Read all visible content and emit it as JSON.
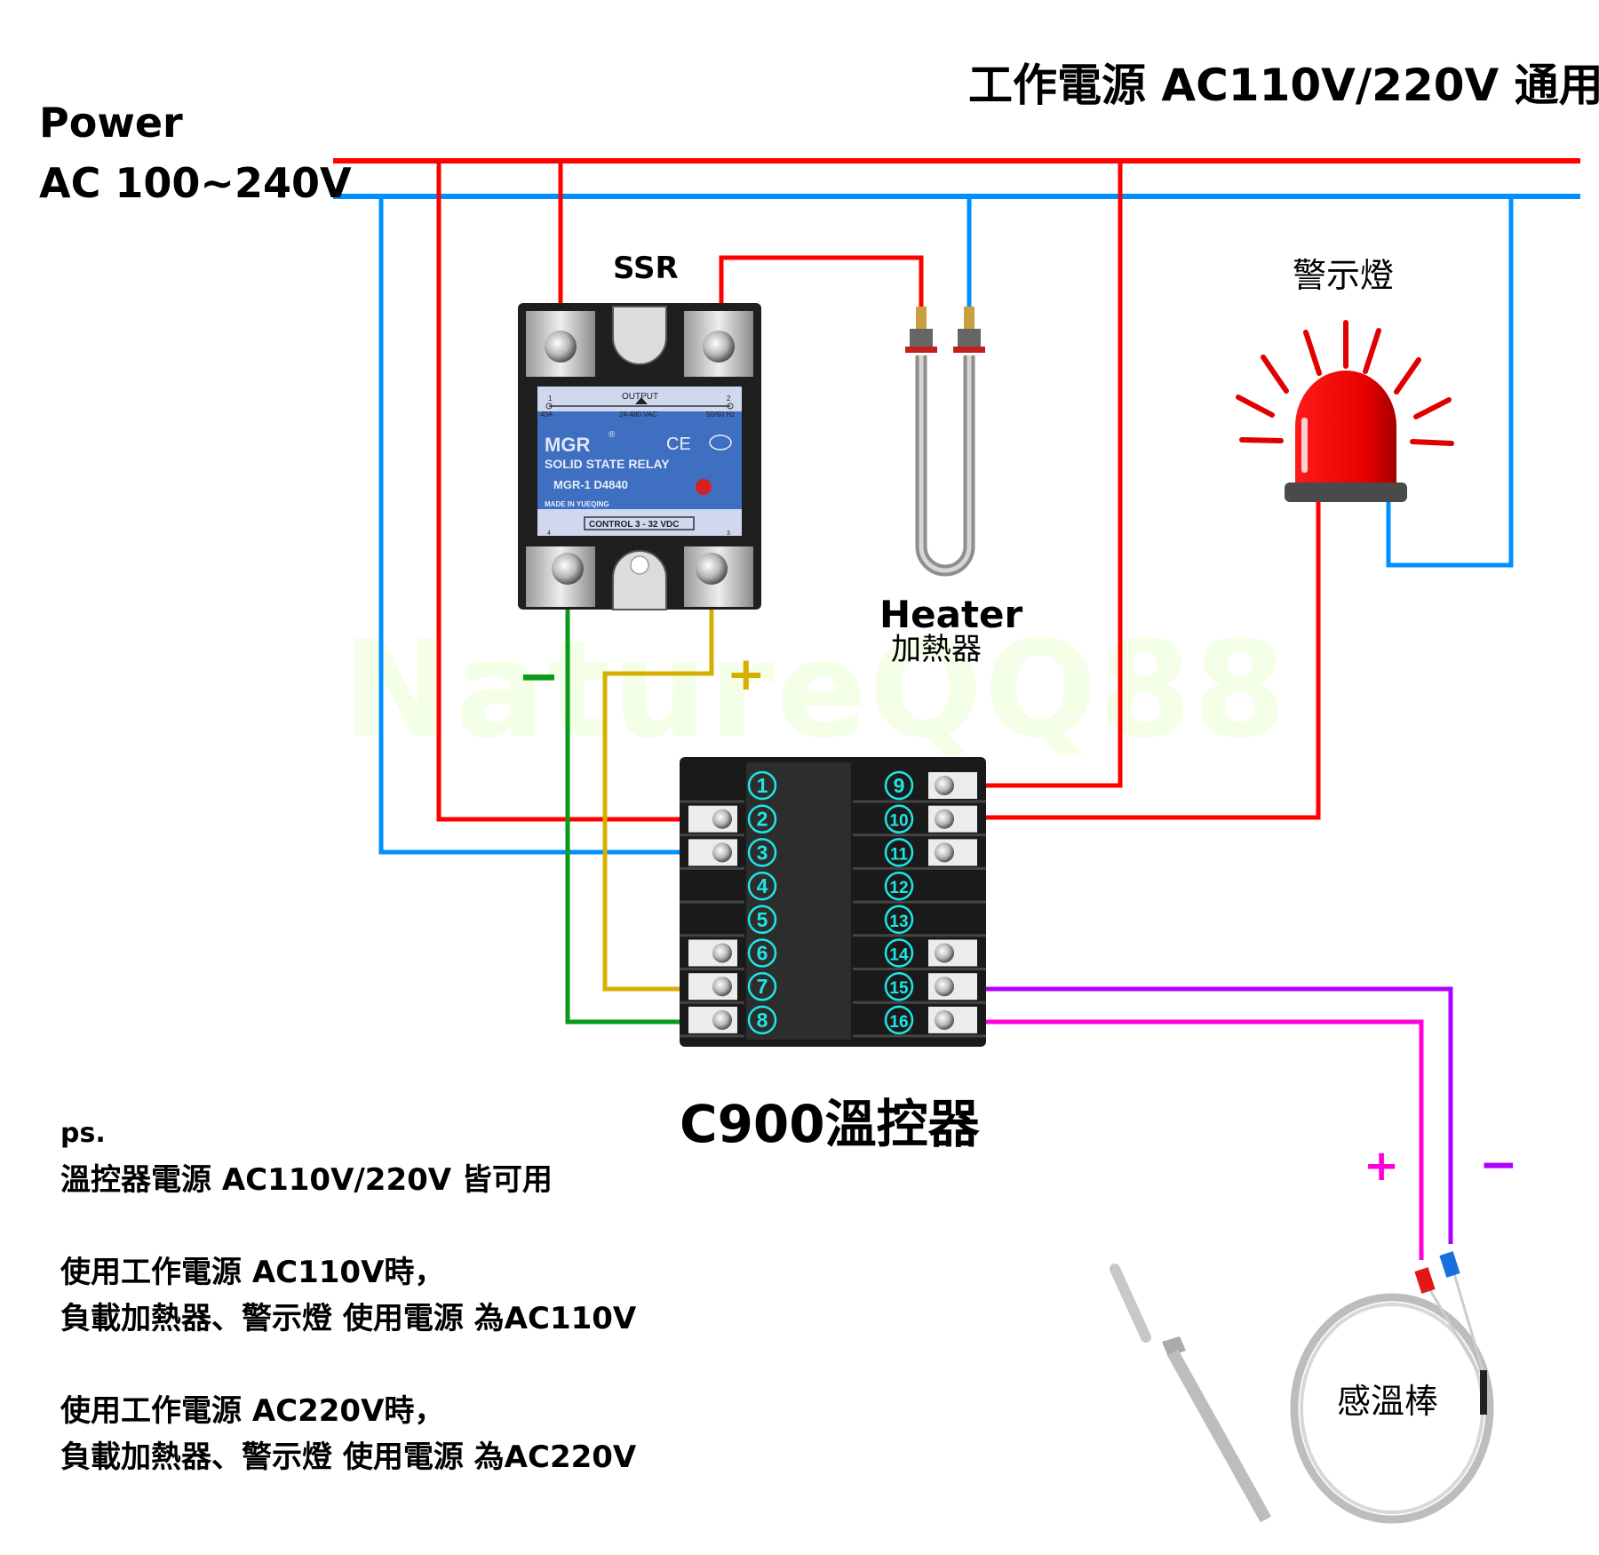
{
  "title": {
    "power_line1": "Power",
    "power_line2": "AC 100~240V",
    "work_power": "工作電源 AC110V/220V 通用"
  },
  "watermark": "NatureQQ88",
  "ssr": {
    "label": "SSR",
    "brand": "MGR",
    "registered": "®",
    "product": "SOLID STATE RELAY",
    "model": "MGR-1  D4840",
    "made_in": "MADE IN YUEQING",
    "output_label": "OUTPUT",
    "output_rating": "24-480 VAC",
    "current": "40A",
    "freq": "50/60 Hz",
    "control": "CONTROL  3 - 32 VDC",
    "ce": "CE",
    "ccc": "CCC",
    "t1": "1",
    "t2": "2",
    "t3": "3",
    "t4": "4",
    "minus": "−",
    "plus": "+"
  },
  "heater": {
    "label_en": "Heater",
    "label_zh": "加熱器"
  },
  "alarm_lamp": {
    "label": "警示燈"
  },
  "ssr_control": {
    "minus": "−",
    "plus": "+"
  },
  "controller": {
    "label": "C900溫控器",
    "left_terminals": [
      "1",
      "2",
      "3",
      "4",
      "5",
      "6",
      "7",
      "8"
    ],
    "right_terminals": [
      "9",
      "10",
      "11",
      "12",
      "13",
      "14",
      "15",
      "16"
    ]
  },
  "sensor": {
    "label": "感溫棒",
    "plus": "+",
    "minus": "−"
  },
  "notes": {
    "ps": "ps.",
    "line1": "溫控器電源 AC110V/220V 皆可用",
    "line2": "使用工作電源 AC110V時，",
    "line3": "負載加熱器、警示燈 使用電源 為AC110V",
    "line4": "使用工作電源 AC220V時，",
    "line5": "負載加熱器、警示燈 使用電源 為AC220V"
  },
  "colors": {
    "live": "#ff0000",
    "neutral": "#0090ff",
    "ssr_minus": "#0a9a1a",
    "ssr_plus": "#d4b000",
    "sensor_plus": "#ff00dd",
    "sensor_minus": "#b000ff",
    "terminal_number": "#1ee6e6",
    "ssr_label_blue": "#3f6fc0"
  }
}
